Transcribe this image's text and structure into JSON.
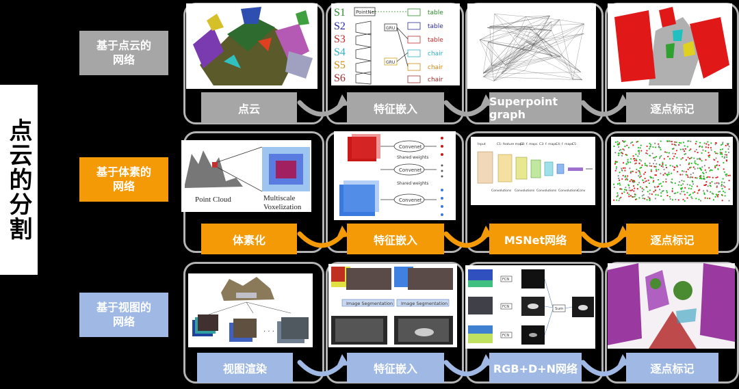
{
  "title": "点云的分割",
  "rows": [
    {
      "category": "基于点云的\n网络",
      "color": "#a6a6a6",
      "steps": [
        "点云",
        "特征嵌入",
        "Superpoint graph",
        "逐点标记"
      ]
    },
    {
      "category": "基于体素的\n网络",
      "color": "#f59a07",
      "steps": [
        "体素化",
        "特征嵌入",
        "MSNet网络",
        "逐点标记"
      ]
    },
    {
      "category": "基于视图的\n网络",
      "color": "#9fb9e4",
      "steps": [
        "视图渲染",
        "特征嵌入",
        "RGB+D+N网络",
        "逐点标记"
      ]
    }
  ],
  "figure_text": {
    "s_labels": [
      "S1",
      "S2",
      "S3",
      "S4",
      "S5",
      "S6"
    ],
    "pointnet": "PointNet",
    "gru": "GRU",
    "outputs": [
      "table",
      "table",
      "table",
      "chair",
      "chair",
      "chair"
    ],
    "point_cloud": "Point Cloud",
    "multiscale": "Multiscale",
    "voxelization": "Voxelization",
    "convenet": "Convenet",
    "shared_weights": "Shared weights",
    "image_segmentation": "Image Segmentation",
    "fcn": "FCN",
    "sum": "Sum"
  },
  "colors": {
    "gray": "#a6a6a6",
    "orange": "#f59a07",
    "blue": "#9fb9e4"
  }
}
